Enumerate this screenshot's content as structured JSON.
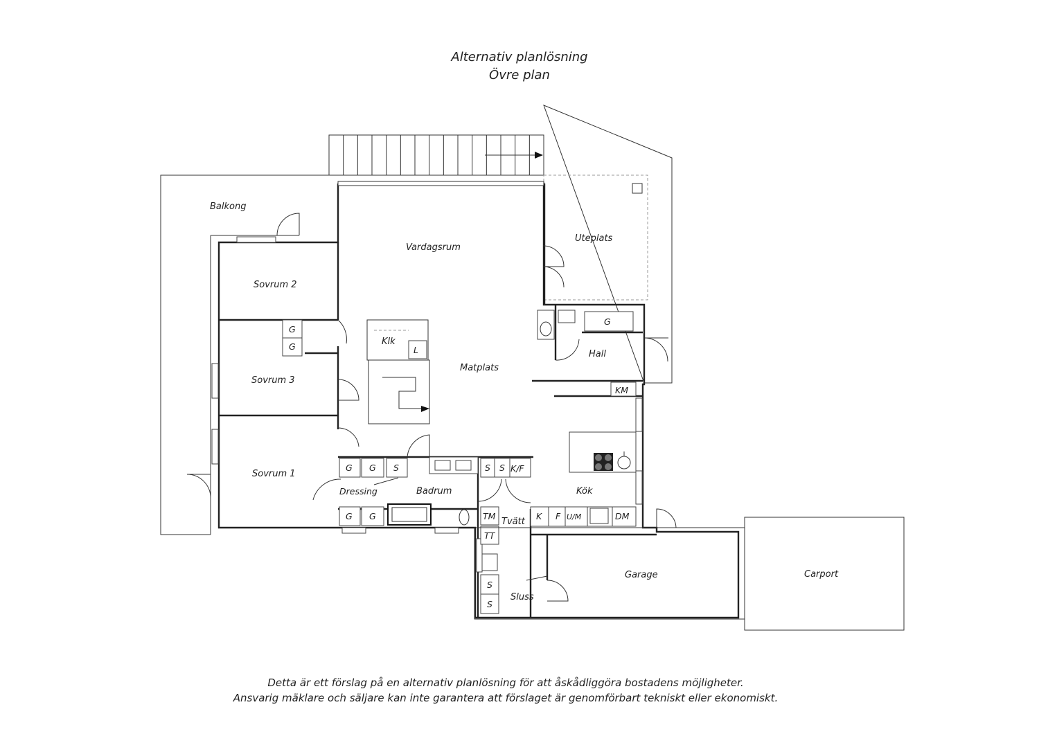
{
  "header": {
    "title": "Alternativ planlösning",
    "subtitle": "Övre plan"
  },
  "rooms": {
    "balkong": "Balkong",
    "vardagsrum": "Vardagsrum",
    "uteplats": "Uteplats",
    "sovrum2": "Sovrum 2",
    "sovrum3": "Sovrum 3",
    "sovrum1": "Sovrum 1",
    "klk": "Klk",
    "matplats": "Matplats",
    "hall": "Hall",
    "dressing": "Dressing",
    "badrum": "Badrum",
    "kok": "Kök",
    "tvatt": "Tvätt",
    "garage": "Garage",
    "carport": "Carport",
    "sluss": "Sluss"
  },
  "fixtures": {
    "g": "G",
    "l": "L",
    "s": "S",
    "kf": "K/F",
    "km": "KM",
    "k": "K",
    "f": "F",
    "um": "U/M",
    "dm": "DM",
    "tm": "TM",
    "tt": "TT"
  },
  "footer": {
    "line1": "Detta är ett förslag på en alternativ planlösning för att åskådliggöra bostadens möjligheter.",
    "line2": "Ansvarig mäklare och säljare kan inte garantera att förslaget är genomförbart tekniskt eller ekonomiskt."
  }
}
